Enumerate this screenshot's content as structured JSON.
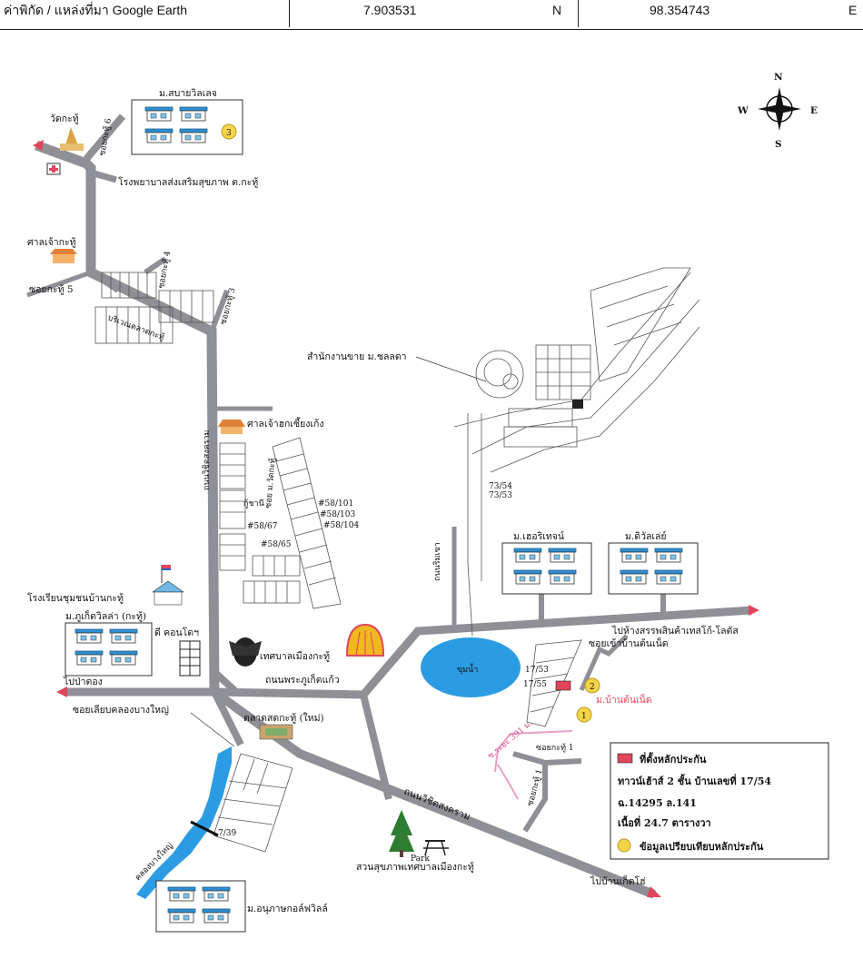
{
  "header": {
    "label": "ค่าพิกัด / แหล่งที่มา Google Earth",
    "lat": "7.903531",
    "lat_dir": "N",
    "lon": "98.354743",
    "lon_dir": "E"
  },
  "compass": {
    "n": "N",
    "s": "S",
    "e": "E",
    "w": "W"
  },
  "places": {
    "sabai_village": "ม.สบายวิลเลจ",
    "wat_kathu": "วัดกะทู้",
    "soi6": "ซอยกะทู้ 6",
    "hospital": "โรงพยาบาลส่งเสริมสุขภาพ ต.กะทู้",
    "shrine": "ศาลเจ้ากะทู้",
    "soi4": "ซอยกะทู้ 4",
    "soi5": "ซอยกะทู้ 5",
    "soi3": "ซอยกะทู้ 3",
    "market_area": "บริเวณตลาดกะทู้",
    "sales_office": "สำนักงานขาย ม.ชลลดา",
    "shrine2": "ศาลเจ้าฮกเซี้ยงเก้ง",
    "road_vichit": "ถนนวิชิตสงคราม",
    "soi_chani": "กู้ชานี",
    "soi_wat": "ซอย ม.วัดกะทู้",
    "h58_101": "#58/101",
    "h58_103": "#58/103",
    "h58_104": "#58/104",
    "h58_67": "#58/67",
    "h58_65": "#58/65",
    "h73_54": "73/54",
    "h73_53": "73/53",
    "road_rim": "ถนนริมเขา",
    "the_heaven": "ม.เฮอริเทจน์",
    "the_valley": "ม.ดิวัลเล่ย์",
    "school": "โรงเรียนชุมชนบ้านกะทู้",
    "phuket_villa": "ม.ภูเก็ตวิลล่า (กะทู้)",
    "condo": "ดี คอนโดฯ",
    "municipal": "เทศบาลเมืองกะทู้",
    "to_patong": "ไปป่าตอง",
    "to_central": "ไปห้างสรรพสินค้าเทสโก้-โลตัส",
    "soi_baan": "ซอยเข้าบ้านต้นเน็ด",
    "road_phra": "ถนนพระภูเก็ตแก้ว",
    "reservoir": "ขุมน้ำ",
    "h17_53": "17/53",
    "h17_55": "17/55",
    "baan_tonned": "ม.บ้านต้นเน็ด",
    "soi_canal": "ซอยเลียบคลองบางใหญ่",
    "new_market": "ตลาดสดกะทู้ (ใหม่)",
    "soi1": "ซอยกะทู้ 1",
    "soi1b": "ซอยกะทู้ 1",
    "lane_291": "ซ.ระยะ 391 ม.",
    "road_vichit2": "ถนนวิชิตสงคราม",
    "canal": "คลองบางใหญ่",
    "h7_39": "7/39",
    "park_word": "Park",
    "park": "สวนสุขภาพเทศบาลเมืองกะทู้",
    "anuphas": "ม.อนุภาษกอล์ฟวิลล์",
    "to_kathu": "ไปบ้านเก็ตโฮ่"
  },
  "markers": {
    "m1": "1",
    "m2": "2",
    "m3": "3"
  },
  "legend": {
    "red_label": "ที่ตั้งหลักประกัน",
    "line2": "ทาวน์เฮ้าส์ 2 ชั้น บ้านเลขที่ 17/54",
    "line3": "ฉ.14295 ล.141",
    "line4": "เนื้อที่ 24.7 ตารางวา",
    "yellow_label": "ข้อมูลเปรียบเทียบหลักประกัน"
  },
  "colors": {
    "road": "#8f8f96",
    "water": "#2b9be3",
    "marker": "#f5d547",
    "collateral": "#e0455c",
    "shell": "#f1b81f"
  }
}
